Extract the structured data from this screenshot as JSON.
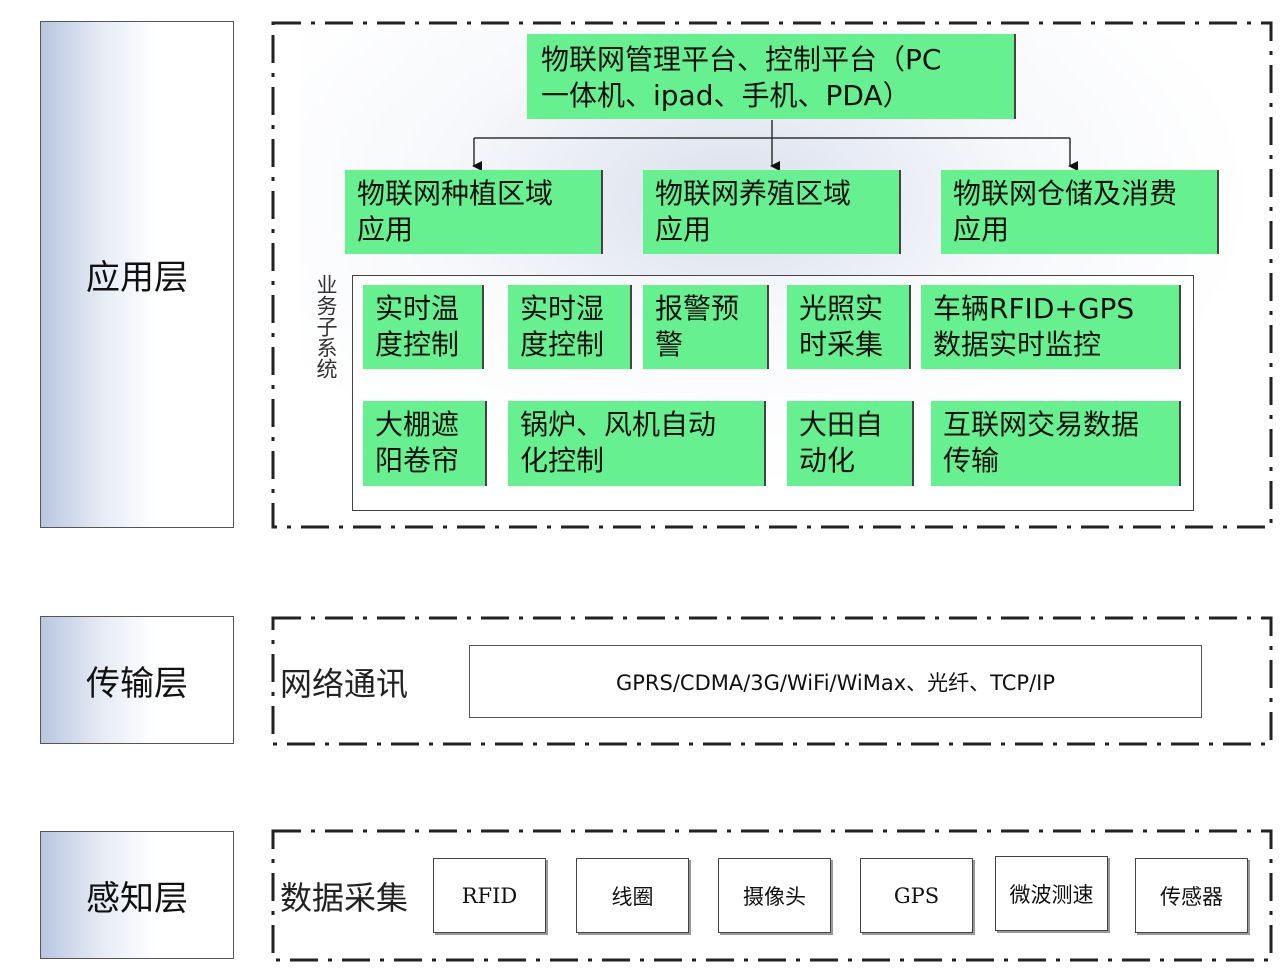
{
  "layers": {
    "application": "应用层",
    "transport": "传输层",
    "perception": "感知层"
  },
  "platform": {
    "line1": "物联网管理平台、控制平台（PC",
    "line2": "一体机、ipad、手机、PDA）"
  },
  "regions": [
    {
      "line1": "物联网种植区域",
      "line2": "应用"
    },
    {
      "line1": "物联网养殖区域",
      "line2": "应用"
    },
    {
      "line1": "物联网仓储及消费",
      "line2": "应用"
    }
  ],
  "subsystem_label": "业务子系统",
  "subsystems": [
    {
      "line1": "实时温",
      "line2": "度控制"
    },
    {
      "line1": "实时湿",
      "line2": "度控制"
    },
    {
      "line1": "报警预",
      "line2": "警"
    },
    {
      "line1": "光照实",
      "line2": "时采集"
    },
    {
      "line1": "车辆RFID+GPS",
      "line2": "数据实时监控"
    },
    {
      "line1": "大棚遮",
      "line2": "阳卷帘"
    },
    {
      "line1": "锅炉、风机自动",
      "line2": "化控制"
    },
    {
      "line1": "大田自",
      "line2": "动化"
    },
    {
      "line1": "互联网交易数据",
      "line2": "传输"
    }
  ],
  "network": {
    "label": "网络通讯",
    "protocols": "GPRS/CDMA/3G/WiFi/WiMax、光纤、TCP/IP"
  },
  "data_collection": {
    "label": "数据采集",
    "items": [
      "RFID",
      "线圈",
      "摄像头",
      "GPS",
      "微波测速",
      "传感器"
    ]
  },
  "colors": {
    "green_box": "#66f08f",
    "layer_gradient": "#b8c6e0"
  }
}
